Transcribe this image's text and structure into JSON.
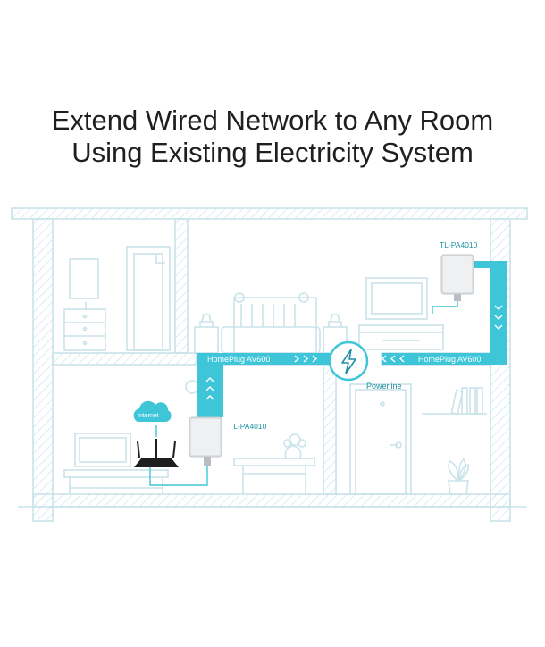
{
  "headline": {
    "line1": "Extend Wired Network to Any Room",
    "line2": "Using Existing Electricity System"
  },
  "labels": {
    "internet": "Internet",
    "adapter_left": "TL-PA4010",
    "adapter_right": "TL-PA4010",
    "link_left": "HomePlug AV600",
    "link_right": "HomePlug AV600",
    "powerline": "Powerline"
  },
  "colors": {
    "line": "#c9e3ea",
    "accent": "#3ec6d8",
    "text_dark": "#1f1f1f",
    "accent_text": "#1f8fa4"
  },
  "icons": {
    "powerline": "lightning-bolt-icon",
    "cloud": "cloud-icon",
    "router": "router-icon",
    "adapter": "powerline-adapter-icon"
  }
}
